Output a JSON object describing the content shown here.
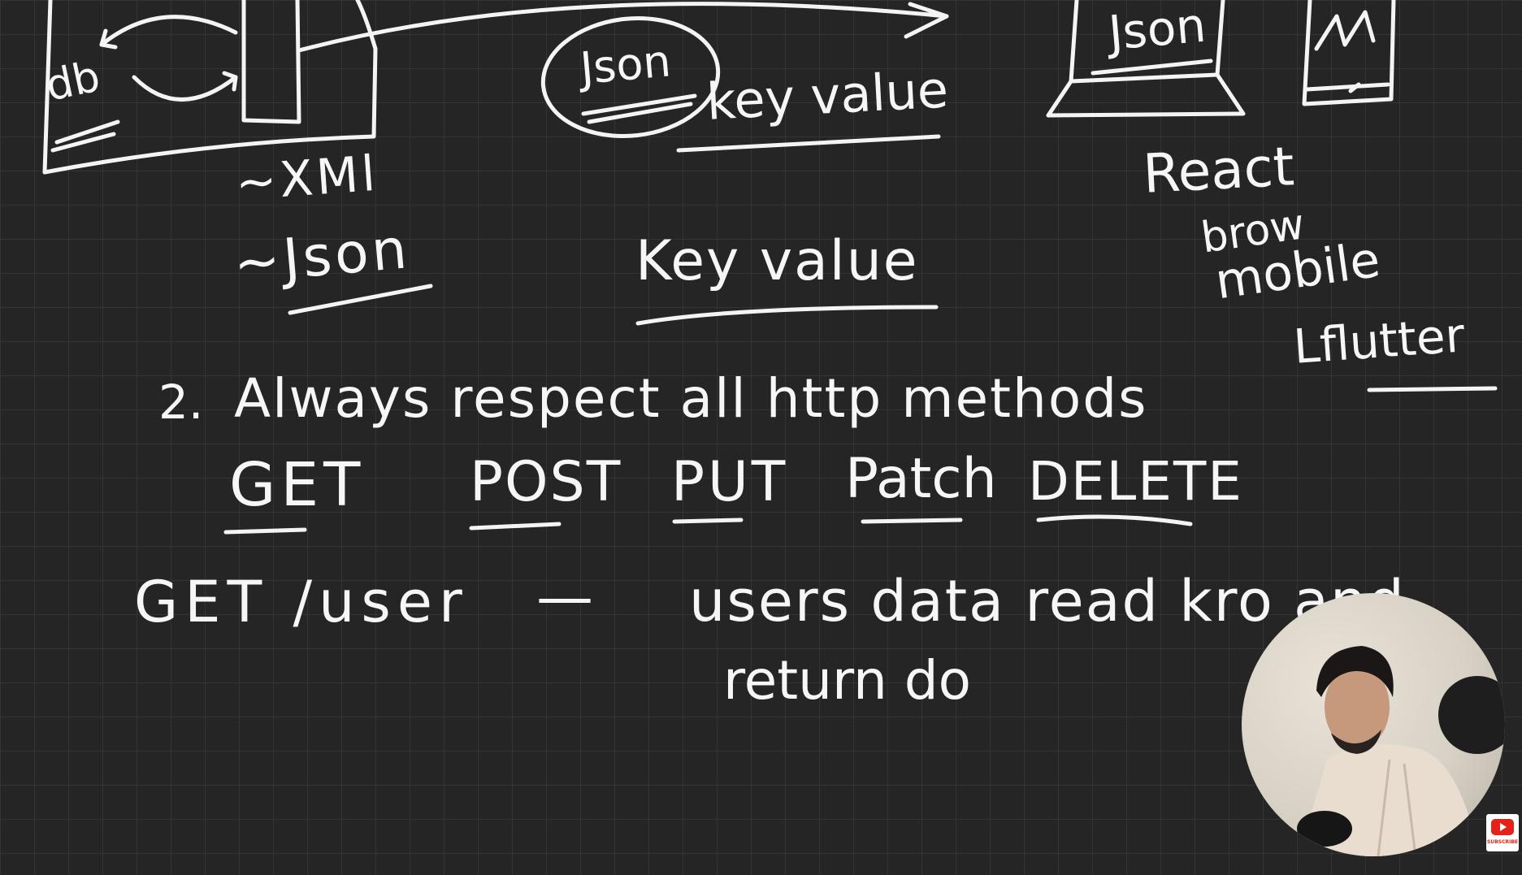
{
  "top": {
    "db_label": "db",
    "json_ellipse_label": "Json",
    "key_value_top": "key value",
    "laptop_label": "Json"
  },
  "formats": {
    "xml": "~XMl",
    "json": "~Json"
  },
  "key_value_mid": "Key value",
  "clients": {
    "react": "React",
    "browser": "brow",
    "mobile": "mobile",
    "flutter": "Lflutter"
  },
  "rule": {
    "number": "2.",
    "text": "Always respect all http methods"
  },
  "methods": [
    "GET",
    "POST",
    "PUT",
    "Patch",
    "DELETE"
  ],
  "example": {
    "request": "GET /user",
    "dash": "—",
    "description": "users data read kro and",
    "description_line2": "return do"
  },
  "subscribe_label": "SUBSCRIBE",
  "icons": {
    "presenter": "presenter-webcam-icon",
    "subscribe": "youtube-subscribe-icon"
  }
}
